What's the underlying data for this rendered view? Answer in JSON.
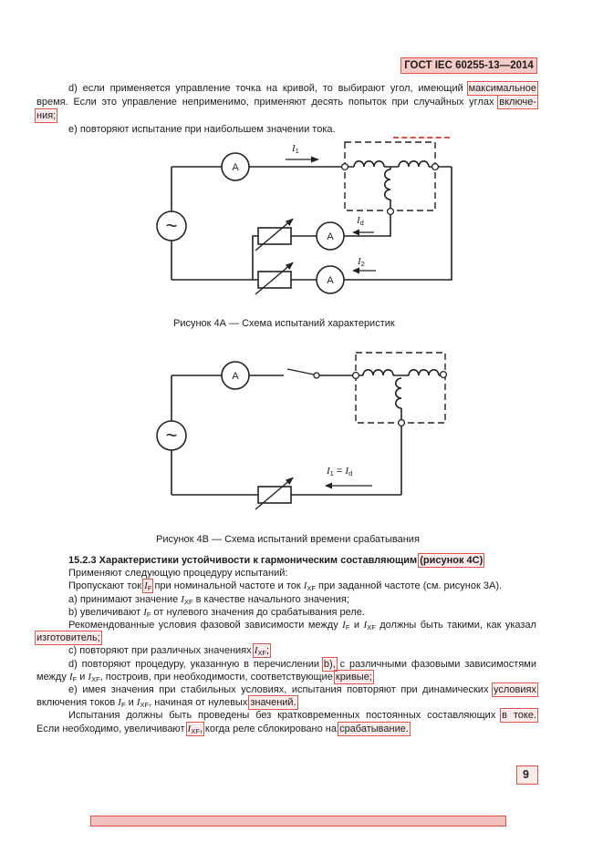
{
  "colors": {
    "annotation_red": "#dd5245",
    "annotation_pink_fill": "#f3c1bd",
    "header_highlight": "#f6cac6",
    "text": "#1c1c1c",
    "page_bg": "#ffffff"
  },
  "header": {
    "title": "ГОСТ IEC 60255-13—2014"
  },
  "intro": {
    "lines": [
      [
        {
          "t": "d) если применяется управление точка на кривой, то выбирают угол, имеющий "
        },
        {
          "t": "максимальное",
          "box": true
        }
      ],
      [
        {
          "t": "время. Если это управление неприменимо, применяют десять попыток при случайных углах "
        },
        {
          "t": "включе-",
          "box": true
        }
      ],
      [
        {
          "t": "ния;",
          "box": true
        }
      ],
      [
        {
          "t": "e) повторяют испытание при наибольшем значении тока."
        }
      ]
    ]
  },
  "figure_4a": {
    "caption": "Рисунок 4А — Схема испытаний характеристик",
    "ammeter_label": "A",
    "source_label": "~",
    "label_i1": [
      {
        "t": "I",
        "sub": "1"
      }
    ],
    "label_id": [
      {
        "t": "I",
        "sub": "d"
      }
    ],
    "label_i2": [
      {
        "t": "I",
        "sub": "2"
      }
    ]
  },
  "figure_4b": {
    "caption": "Рисунок 4В — Схема испытаний времени срабатывания",
    "ammeter_label": "A",
    "source_label": "~",
    "label_i1_id": [
      {
        "t": "I",
        "sub": "1"
      },
      {
        "t": " = "
      },
      {
        "t": "I",
        "sub": "d"
      }
    ]
  },
  "section": {
    "heading": [
      {
        "t": "15.2.3 Характеристики устойчивости к гармоническим составляющим "
      },
      {
        "t": "(рисунок 4С)",
        "box": true
      }
    ],
    "lines": [
      [
        {
          "t": "Применяют следующую процедуру испытаний:"
        }
      ],
      [
        {
          "t": "Пропускают ток "
        },
        {
          "t": "I",
          "sub": "F",
          "box": true
        },
        {
          "t": " при номинальной частоте и ток "
        },
        {
          "t": "I",
          "sub": "XF"
        },
        {
          "t": " при заданной частоте (см. рисунок 3А)."
        }
      ],
      [
        {
          "t": "a) принимают значение "
        },
        {
          "t": "I",
          "sub": "XF"
        },
        {
          "t": " в качестве начального значения;"
        }
      ],
      [
        {
          "t": "b) увеличивают "
        },
        {
          "t": "I",
          "sub": "F"
        },
        {
          "t": " от нулевого значения до срабатывания реле."
        }
      ],
      [
        {
          "t": "Рекомендованные условия фазовой зависимости между "
        },
        {
          "t": "I",
          "sub": "F"
        },
        {
          "t": " и "
        },
        {
          "t": "I",
          "sub": "XF"
        },
        {
          "t": " должны быть такими, как указал"
        }
      ],
      [
        {
          "t": "изготовитель;",
          "box": true
        }
      ],
      [
        {
          "t": "c) повторяют при различных значениях "
        },
        {
          "t": "I",
          "sub": "XF",
          "t2": ";",
          "box": true
        }
      ],
      [
        {
          "t": "d) повторяют процедуру, указанную в перечислении "
        },
        {
          "t": "b),",
          "box": true
        },
        {
          "t": " с различными фазовыми зависимостями"
        }
      ],
      [
        {
          "t": "между "
        },
        {
          "t": "I",
          "sub": "F"
        },
        {
          "t": " и "
        },
        {
          "t": "I",
          "sub": "XF",
          "t2": ","
        },
        {
          "t": " построив, при необходимости, соответствующие "
        },
        {
          "t": "кривые;",
          "box": true
        }
      ],
      [
        {
          "t": "e) имея значения при стабильных условиях, испытания повторяют при динамических "
        },
        {
          "t": "условиях",
          "box": true
        }
      ],
      [
        {
          "t": "включения токов "
        },
        {
          "t": "I",
          "sub": "F"
        },
        {
          "t": " и "
        },
        {
          "t": "I",
          "sub": "XF",
          "t2": ","
        },
        {
          "t": " начиная от нулевых "
        },
        {
          "t": "значений.",
          "box": true
        }
      ],
      [
        {
          "t": "Испытания должны быть проведены без кратковременных постоянных составляющих "
        },
        {
          "t": "в токе.",
          "box": true
        }
      ],
      [
        {
          "t": "Если необходимо, увеличивают "
        },
        {
          "t": "I",
          "sub": "XF",
          "t2": ",",
          "box": true
        },
        {
          "t": " когда реле сблокировано на "
        },
        {
          "t": "срабатывание.",
          "box": true
        }
      ]
    ]
  },
  "page_number": "9"
}
